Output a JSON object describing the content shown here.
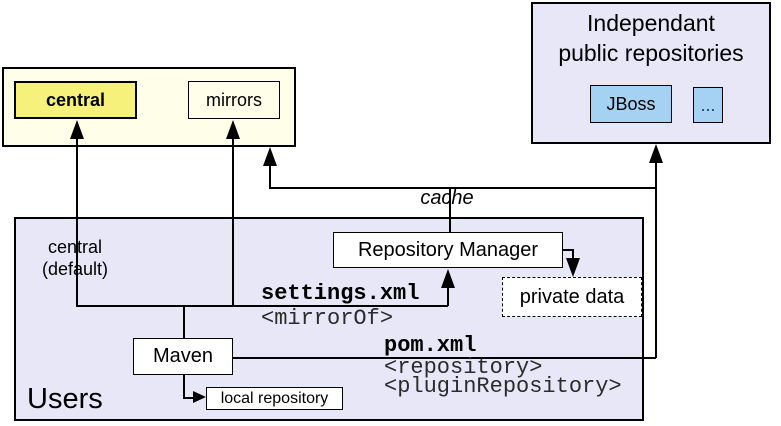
{
  "diagram_title": "Maven repositories diagram",
  "colors": {
    "lavender_fill": "#e7e7f8",
    "pale_yellow_fill": "#fefee9",
    "central_yellow_fill": "#f5f17a",
    "jboss_blue_fill": "#a5d2f3",
    "line_color": "#000000",
    "background": "#ffffff"
  },
  "yellow_group": {
    "central_label": "central",
    "mirrors_label": "mirrors"
  },
  "independent_box": {
    "title_line1": "Independant",
    "title_line2": "public repositories",
    "jboss_label": "JBoss",
    "more_label": "..."
  },
  "users_box": {
    "label": "Users",
    "central_default_line1": "central",
    "central_default_line2": "(default)",
    "repository_manager_label": "Repository Manager",
    "private_data_label": "private data",
    "maven_label": "Maven",
    "local_repository_label": "local repository"
  },
  "annotations": {
    "cache": "cache",
    "settings_xml": "settings.xml",
    "mirror_of": "<mirrorOf>",
    "pom_xml": "pom.xml",
    "repository_tag": "<repository>",
    "plugin_repository_tag": "<pluginRepository>"
  }
}
